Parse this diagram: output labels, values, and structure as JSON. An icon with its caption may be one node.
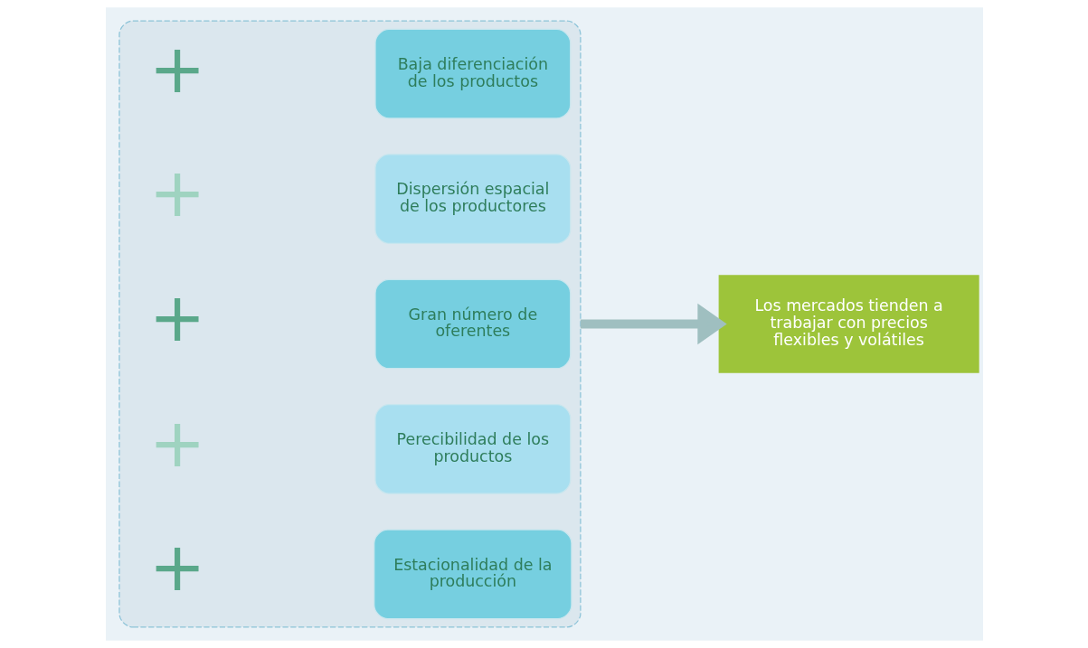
{
  "diagram": {
    "nodes": [
      {
        "text": [],
        "shape": "box"
      },
      {
        "text": [
          "Estacionalidad de la producción"
        ],
        "in": 0
      },
      {
        "text": [
          "Perecibilidad de los productos"
        ],
        "in": 0
      },
      {
        "text": [
          "Gran número de oferentes"
        ],
        "in": 0
      },
      {
        "text": [
          "Dispersión espacial de los productores"
        ],
        "in": 0
      },
      {
        "text": [
          "Baja diferenciación de los productos"
        ],
        "in": 0
      },
      {
        "text": [
          "Los mercados tienden a trabajar con precios flexibles y volátiles"
        ]
      }
    ],
    "edges": [
      {
        "from": 0,
        "to": 6,
        "arrow": "to",
        "color": "#9fbfc0"
      }
    ],
    "labels": [
      "+",
      "+",
      "+",
      "+",
      "+"
    ]
  }
}
